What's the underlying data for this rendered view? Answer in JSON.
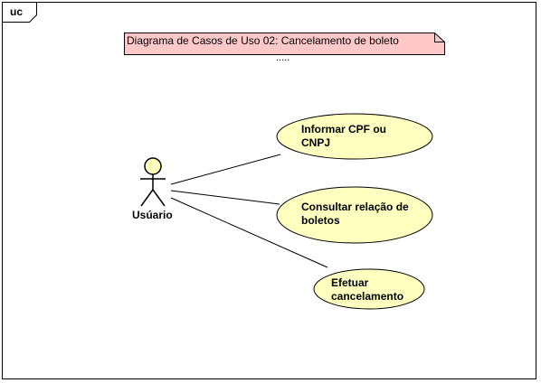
{
  "diagram": {
    "frame_tag": "uc",
    "note": {
      "text": "Diagrama de Casos de Uso 02: Cancelamento de boleto",
      "dots": "....."
    },
    "actor": {
      "label": "Usúario"
    },
    "use_cases": [
      {
        "label": "Informar CPF ou\nCNPJ"
      },
      {
        "label": "Consultar relação de\nboletos"
      },
      {
        "label": "Efetuar\ncancelamento"
      }
    ],
    "colors": {
      "use_case_fill": "#ffffc0",
      "note_fill": "#ffc8c8",
      "stroke": "#000000"
    }
  }
}
